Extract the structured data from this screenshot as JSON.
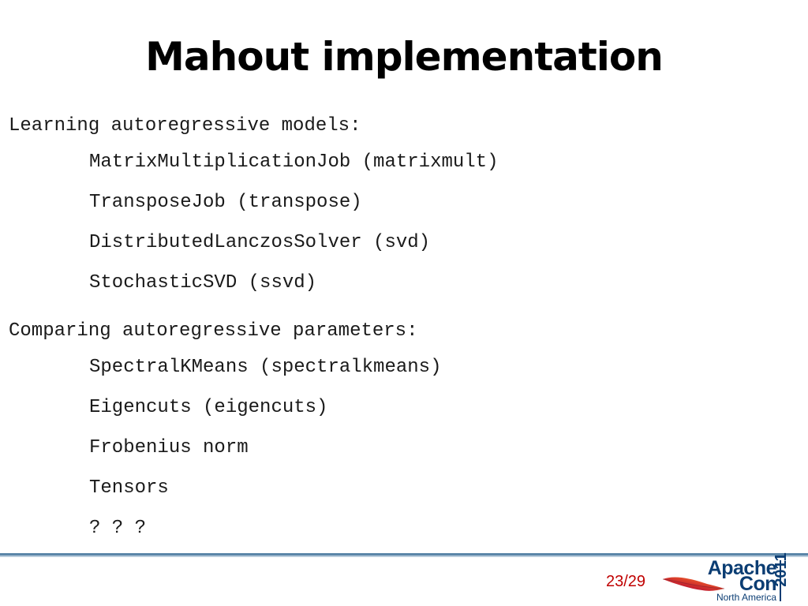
{
  "slide": {
    "title": "Mahout implementation",
    "sections": [
      {
        "heading": "Learning autoregressive models:",
        "items": [
          "MatrixMultiplicationJob (matrixmult)",
          "TransposeJob (transpose)",
          "DistributedLanczosSolver (svd)",
          "StochasticSVD (ssvd)"
        ]
      },
      {
        "heading": "Comparing autoregressive parameters:",
        "items": [
          "SpectralKMeans (spectralkmeans)",
          "Eigencuts (eigencuts)",
          "Frobenius norm",
          "Tensors",
          "? ? ?"
        ]
      }
    ],
    "page_number": "23/29"
  },
  "logo": {
    "line1": "Apache",
    "line2": "Con",
    "region": "North America",
    "year": "2011",
    "icon": "feather-icon"
  },
  "colors": {
    "divider": "#5b86a8",
    "page_number": "#c00000",
    "logo": "#0b3d73"
  }
}
